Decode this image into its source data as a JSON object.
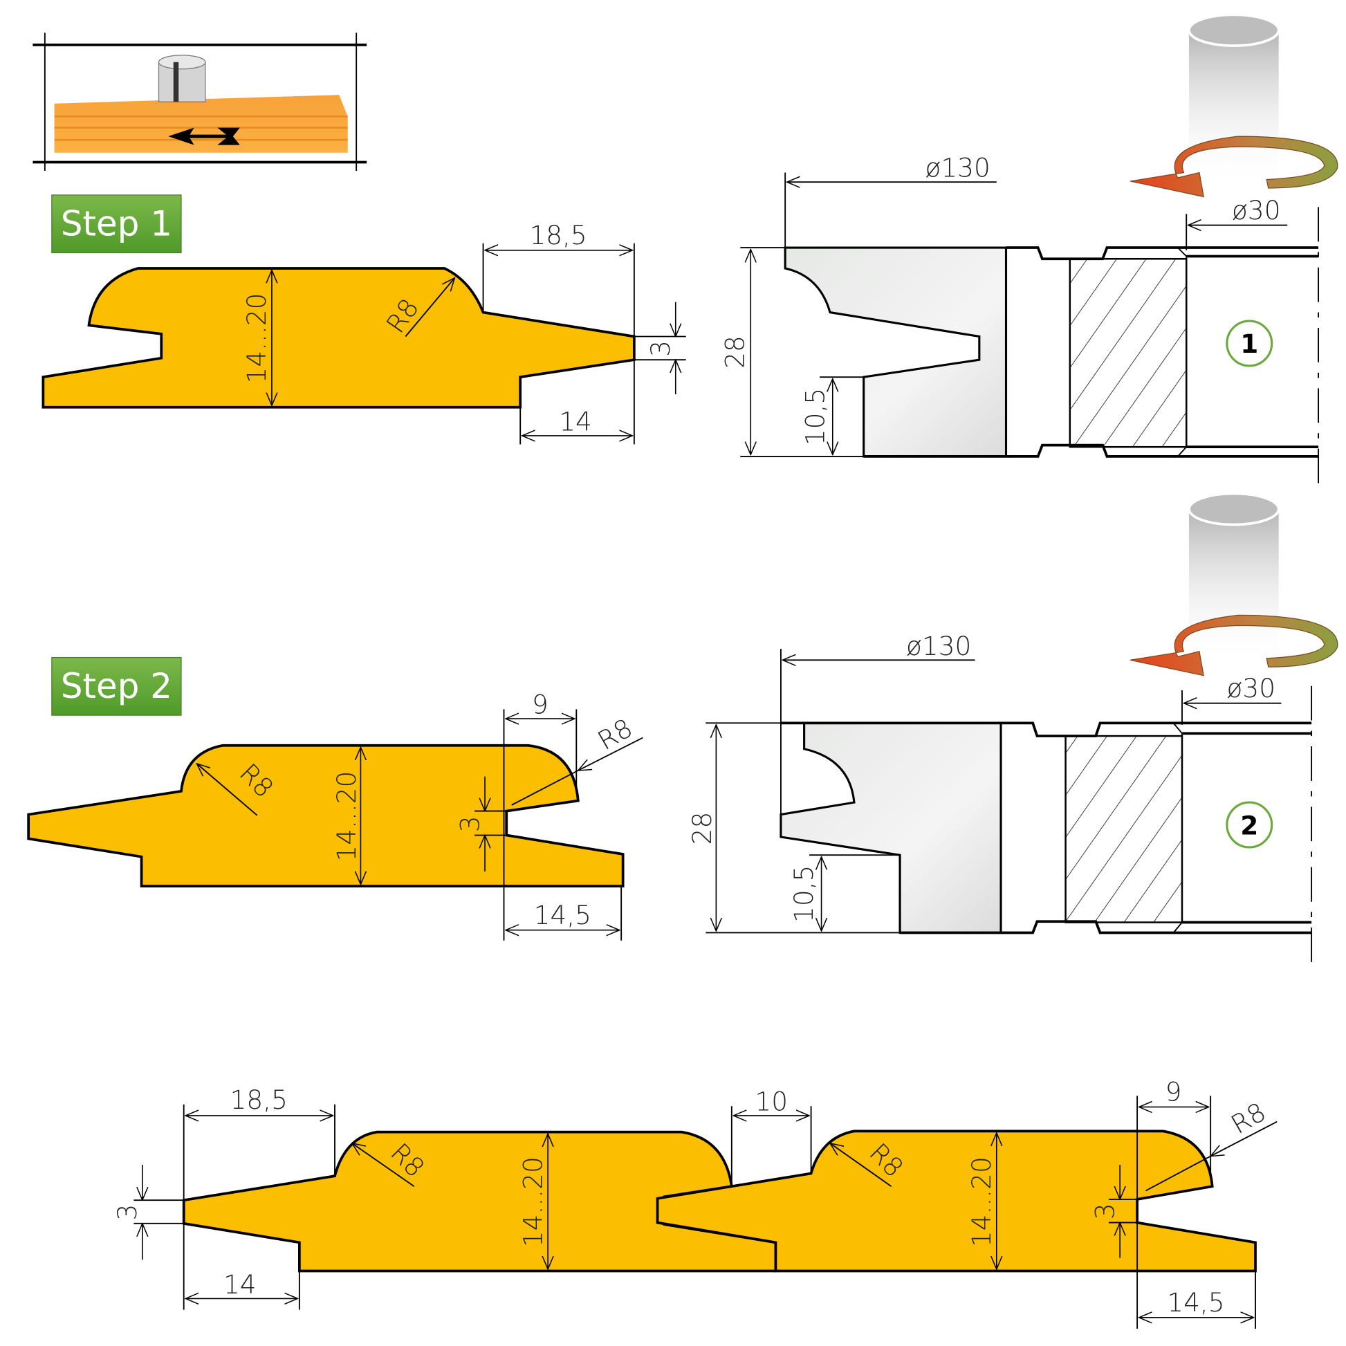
{
  "steps": [
    {
      "label": "Step 1",
      "number": "1"
    },
    {
      "label": "Step 2",
      "number": "2"
    }
  ],
  "step1": {
    "dim_18_5": "18,5",
    "dim_14": "14",
    "dim_3": "3",
    "dim_height": "14...20",
    "radius": "R8"
  },
  "cutter1": {
    "diameter": "ø130",
    "bore": "ø30",
    "height": "28",
    "lower": "10,5"
  },
  "step2": {
    "dim_9": "9",
    "dim_14_5": "14,5",
    "dim_3": "3",
    "dim_height": "14...20",
    "radius_a": "R8",
    "radius_b": "R8"
  },
  "cutter2": {
    "diameter": "ø130",
    "bore": "ø30",
    "height": "28",
    "lower": "10,5"
  },
  "assembly": {
    "dim_18_5": "18,5",
    "dim_3a": "3",
    "dim_14": "14",
    "dim_10": "10",
    "radius_a": "R8",
    "height_a": "14...20",
    "radius_b": "R8",
    "height_b": "14...20",
    "dim_9": "9",
    "radius_c": "R8",
    "dim_3b": "3",
    "dim_14_5": "14,5"
  },
  "colors": {
    "profile": "#FCBE00",
    "badge": "#6AAA3A",
    "circle": "#6AAA3A"
  }
}
